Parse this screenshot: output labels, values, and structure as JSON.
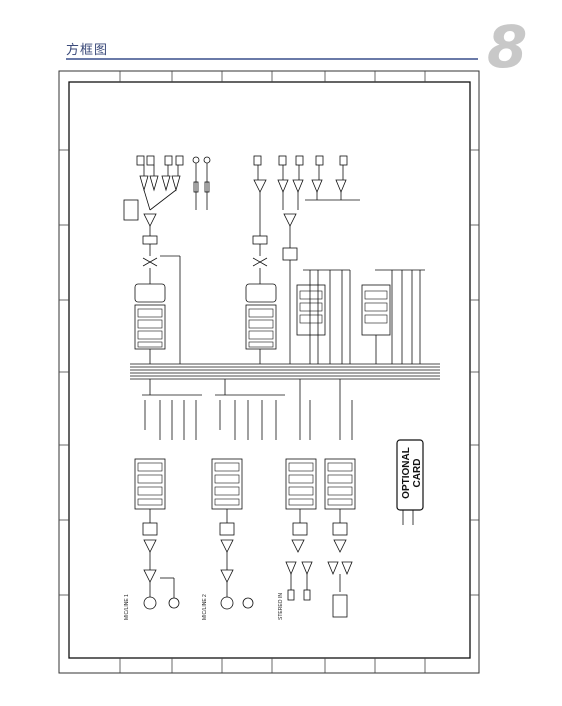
{
  "header": {
    "title": "方框图",
    "page_number": "8"
  },
  "diagram": {
    "optional_card_line1": "OPTIONAL",
    "optional_card_line2": "CARD",
    "channel_a_label": "MIC/LINE 1",
    "channel_b_label": "MIC/LINE 2",
    "channel_c_label": "STEREO IN",
    "colors": {
      "ink": "#222222",
      "title_blue": "#3b4a7a",
      "rule_blue": "#6a7aa8",
      "page_number_gray": "#c8c8c8"
    }
  }
}
